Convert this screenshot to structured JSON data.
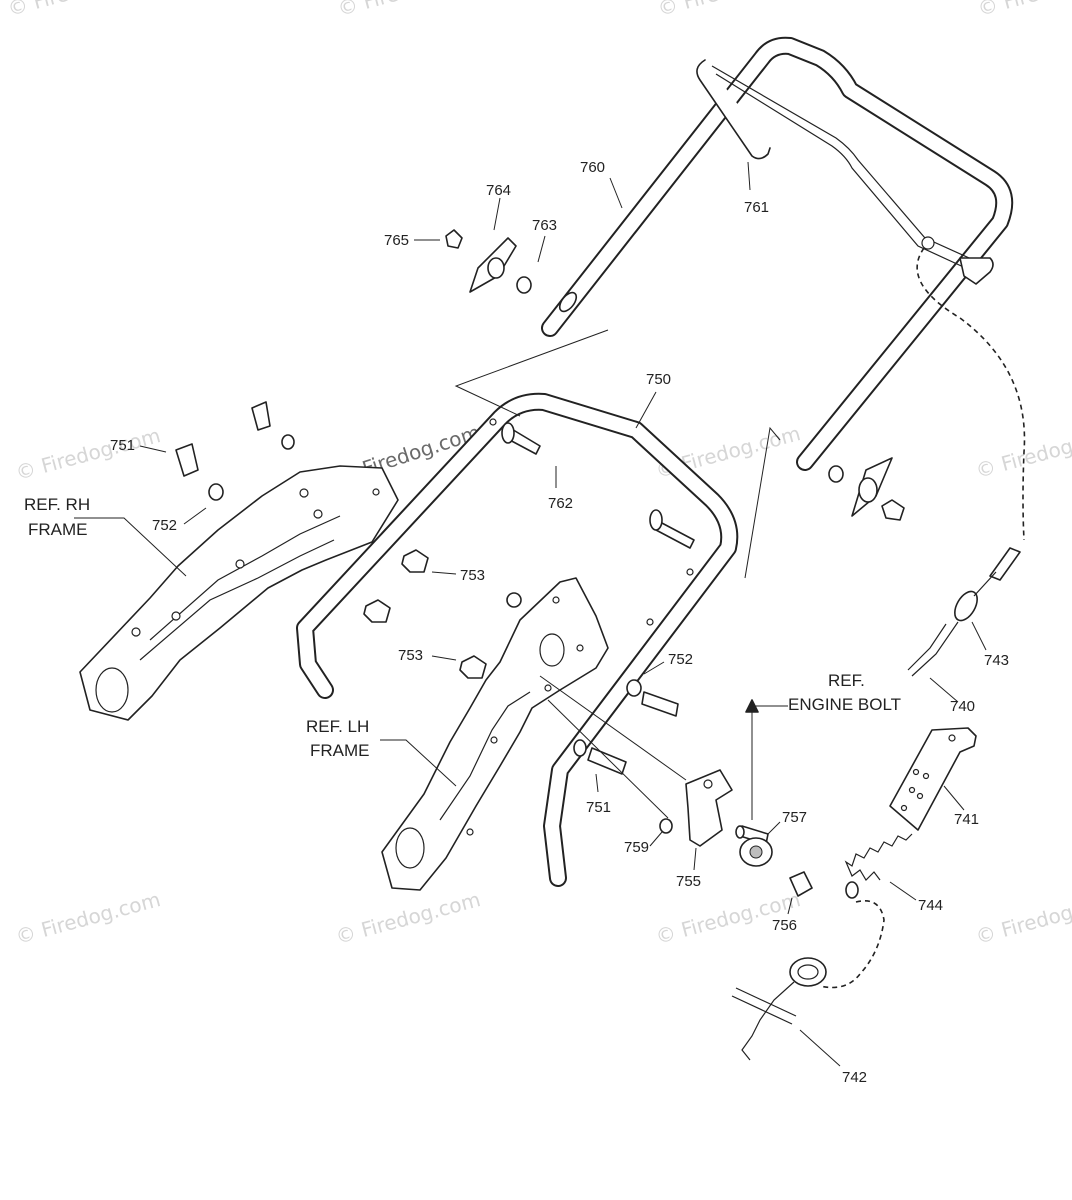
{
  "watermark": "© Firedog.com",
  "center_watermark": "© Firedog.com",
  "part_labels": {
    "p760": "760",
    "p764": "764",
    "p763": "763",
    "p765": "765",
    "p761": "761",
    "p750": "750",
    "p751_top": "751",
    "p752_top": "752",
    "p762": "762",
    "p753_top": "753",
    "p753_mid": "753",
    "p752_mid": "752",
    "p751_bottom": "751",
    "p759": "759",
    "p757": "757",
    "p755": "755",
    "p756": "756",
    "p743": "743",
    "p740": "740",
    "p741": "741",
    "p744": "744",
    "p742": "742"
  },
  "ref_labels": {
    "rh_frame_line1": "REF. RH",
    "rh_frame_line2": "FRAME",
    "lh_frame_line1": "REF. LH",
    "lh_frame_line2": "FRAME",
    "engine_bolt_line1": "REF.",
    "engine_bolt_line2": "ENGINE BOLT"
  }
}
